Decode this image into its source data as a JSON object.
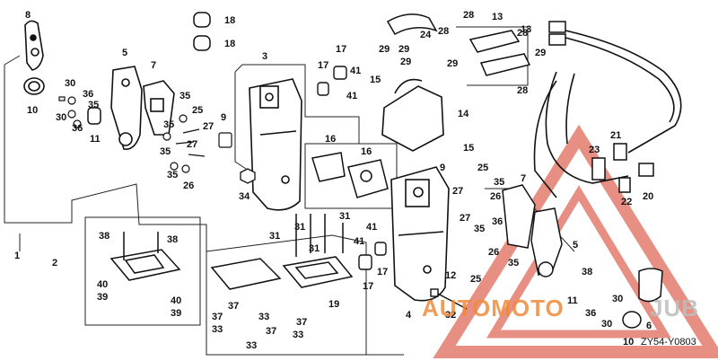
{
  "diagram": {
    "callouts": {
      "p1": "1",
      "p2": "2",
      "p3": "3",
      "p4": "4",
      "p5a": "5",
      "p5b": "5",
      "p6": "6",
      "p7a": "7",
      "p7b": "7",
      "p8": "8",
      "p9a": "9",
      "p9b": "9",
      "p10a": "10",
      "p10b": "10",
      "p11a": "11",
      "p11b": "11",
      "p12": "12",
      "p13a": "13",
      "p13b": "13",
      "p14": "14",
      "p15a": "15",
      "p15b": "15",
      "p16a": "16",
      "p16b": "16",
      "p17a": "17",
      "p17b": "17",
      "p17c": "17",
      "p17d": "17",
      "p18a": "18",
      "p18b": "18",
      "p19": "19",
      "p20": "20",
      "p21": "21",
      "p22": "22",
      "p23": "23",
      "p24": "24",
      "p25a": "25",
      "p25b": "25",
      "p25c": "25",
      "p26a": "26",
      "p26b": "26",
      "p27a": "27",
      "p27b": "27",
      "p27c": "27",
      "p27d": "27",
      "p28a": "28",
      "p28b": "28",
      "p28c": "28",
      "p28d": "28",
      "p29a": "29",
      "p29b": "29",
      "p29c": "29",
      "p29d": "29",
      "p30a": "30",
      "p30b": "30",
      "p30c": "30",
      "p30d": "30",
      "p31a": "31",
      "p31b": "31",
      "p31c": "31",
      "p31d": "31",
      "p32": "32",
      "p33a": "33",
      "p33b": "33",
      "p33c": "33",
      "p33d": "33",
      "p34": "34",
      "p35a": "35",
      "p35b": "35",
      "p35c": "35",
      "p35d": "35",
      "p35e": "35",
      "p35f": "35",
      "p36a": "36",
      "p36b": "36",
      "p36c": "36",
      "p36d": "36",
      "p37a": "37",
      "p37b": "37",
      "p37c": "37",
      "p37d": "37",
      "p38a": "38",
      "p38b": "38",
      "p38c": "38",
      "p39a": "39",
      "p39b": "39",
      "p40a": "40",
      "p40b": "40",
      "p41a": "41",
      "p41b": "41",
      "p41c": "41",
      "p41d": "41"
    },
    "diagram_code": "ZY54-Y0803",
    "watermark": {
      "word_orange": "AUTOMOTO",
      "word_grey": "JUB",
      "color_orange": "#f08a3a",
      "color_grey": "#bdbdbd",
      "color_triangle": "#e06a5a"
    }
  }
}
